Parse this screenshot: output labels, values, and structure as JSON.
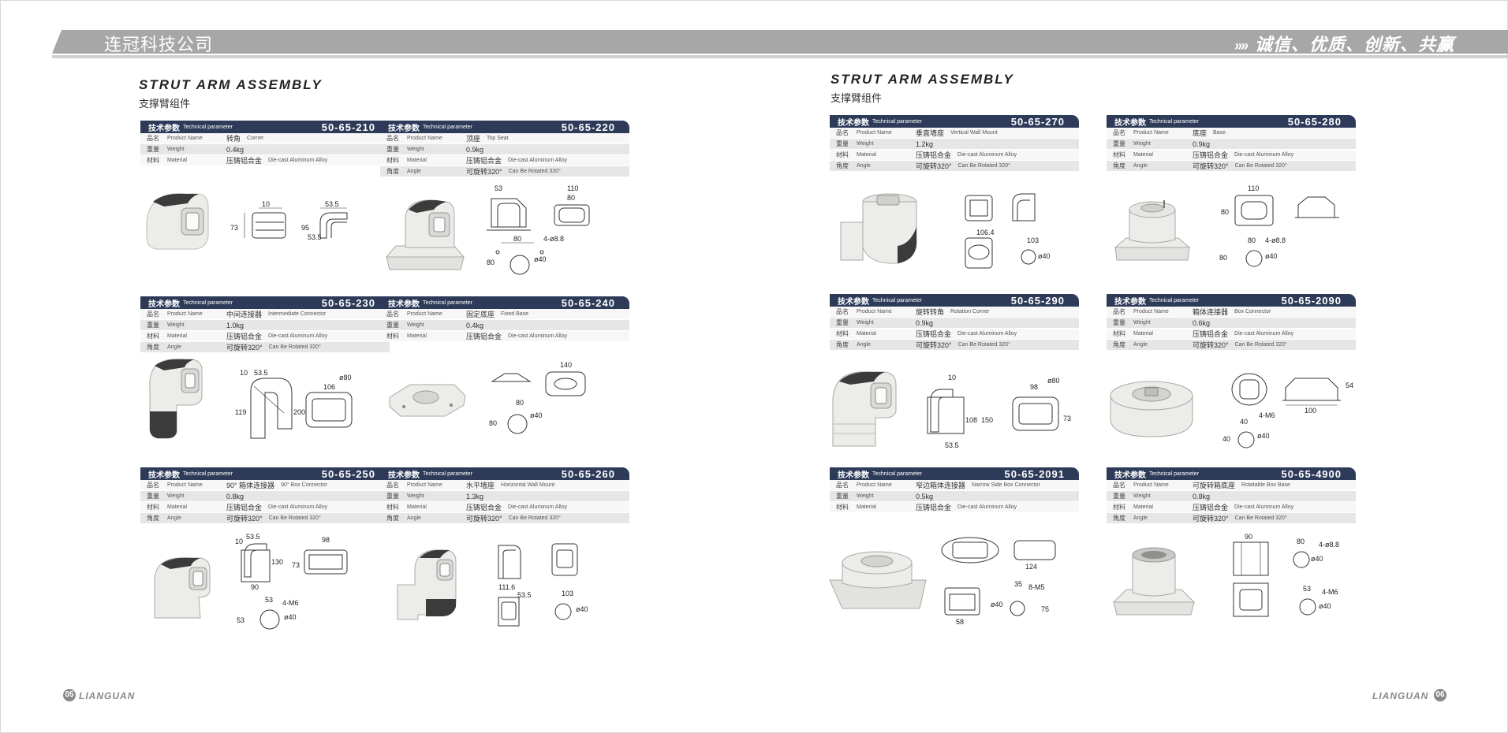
{
  "header": {
    "company": "连冠科技公司",
    "slogan_arrows": "»»",
    "slogan": "诚信、优质、创新、共赢"
  },
  "left_page": {
    "title": "STRUT ARM ASSEMBLY",
    "subtitle": "支撑臂组件",
    "page_number": "05",
    "brand": "LIANGUAN"
  },
  "right_page": {
    "title": "STRUT ARM ASSEMBLY",
    "subtitle": "支撑臂组件",
    "page_number": "06",
    "brand": "LIANGUAN"
  },
  "spec_labels": {
    "head_zh": "技术参数",
    "head_en": "Technical parameter",
    "name_zh": "品名",
    "name_en": "Product Name",
    "weight_zh": "重量",
    "weight_en": "Weight",
    "material_zh": "材料",
    "material_en": "Material",
    "angle_zh": "角度",
    "angle_en": "Angle"
  },
  "products": [
    {
      "code": "50-65-210",
      "name_zh": "转角",
      "name_en": "Corner",
      "weight": "0.4kg",
      "material_zh": "压铸铝合金",
      "material_en": "Die-cast Aluminum Alloy"
    },
    {
      "code": "50-65-220",
      "name_zh": "顶座",
      "name_en": "Top Seat",
      "weight": "0.9kg",
      "material_zh": "压铸铝合金",
      "material_en": "Die-cast Aluminum Alloy",
      "angle_zh": "可旋转320°",
      "angle_en": "Can Be Rotated 320°"
    },
    {
      "code": "50-65-230",
      "name_zh": "中间连接器",
      "name_en": "Intermediate Connector",
      "weight": "1.0kg",
      "material_zh": "压铸铝合金",
      "material_en": "Die-cast Aluminum Alloy",
      "angle_zh": "可旋转320°",
      "angle_en": "Can Be Rotated 320°"
    },
    {
      "code": "50-65-240",
      "name_zh": "固定底座",
      "name_en": "Fixed Base",
      "weight": "0.4kg",
      "material_zh": "压铸铝合金",
      "material_en": "Die-cast Aluminum Alloy"
    },
    {
      "code": "50-65-250",
      "name_zh": "90° 箱体连接器",
      "name_en": "90° Box Connector",
      "weight": "0.8kg",
      "material_zh": "压铸铝合金",
      "material_en": "Die-cast Aluminum Alloy",
      "angle_zh": "可旋转320°",
      "angle_en": "Can Be Rotated 320°"
    },
    {
      "code": "50-65-260",
      "name_zh": "水平墙座",
      "name_en": "Horizontal Wall Mount",
      "weight": "1.3kg",
      "material_zh": "压铸铝合金",
      "material_en": "Die-cast Aluminum Alloy",
      "angle_zh": "可旋转320°",
      "angle_en": "Can Be Rotated 320°"
    },
    {
      "code": "50-65-270",
      "name_zh": "垂直墙座",
      "name_en": "Vertical Wall Mount",
      "weight": "1.2kg",
      "material_zh": "压铸铝合金",
      "material_en": "Die-cast Aluminum Alloy",
      "angle_zh": "可旋转320°",
      "angle_en": "Can Be Rotated 320°"
    },
    {
      "code": "50-65-280",
      "name_zh": "底座",
      "name_en": "Base",
      "weight": "0.9kg",
      "material_zh": "压铸铝合金",
      "material_en": "Die-cast Aluminum Alloy",
      "angle_zh": "可旋转320°",
      "angle_en": "Can Be Rotated 320°"
    },
    {
      "code": "50-65-290",
      "name_zh": "旋转转角",
      "name_en": "Rotation Corner",
      "weight": "0.9kg",
      "material_zh": "压铸铝合金",
      "material_en": "Die-cast Aluminum Alloy",
      "angle_zh": "可旋转320°",
      "angle_en": "Can Be Rotated 320°"
    },
    {
      "code": "50-65-2090",
      "name_zh": "箱体连接器",
      "name_en": "Box Connector",
      "weight": "0.6kg",
      "material_zh": "压铸铝合金",
      "material_en": "Die-cast Aluminum Alloy",
      "angle_zh": "可旋转320°",
      "angle_en": "Can Be Rotated 320°"
    },
    {
      "code": "50-65-2091",
      "name_zh": "窄边箱体连接器",
      "name_en": "Narrow Side Box Connector",
      "weight": "0.5kg",
      "material_zh": "压铸铝合金",
      "material_en": "Die-cast Aluminum Alloy"
    },
    {
      "code": "50-65-4900",
      "name_zh": "可旋转箱底座",
      "name_en": "Rotatable Box Base",
      "weight": "0.8kg",
      "material_zh": "压铸铝合金",
      "material_en": "Die-cast Aluminum Alloy",
      "angle_zh": "可旋转320°",
      "angle_en": "Can Be Rotated 320°"
    }
  ],
  "dimensions": {
    "p210": [
      "10",
      "53.5",
      "73",
      "95",
      "53.5"
    ],
    "p220": [
      "53",
      "110",
      "80",
      "80",
      "4-ø8.8",
      "ø40",
      "80"
    ],
    "p230": [
      "10",
      "53.5",
      "119",
      "200",
      "106",
      "ø80"
    ],
    "p240": [
      "140",
      "80",
      "80",
      "ø40"
    ],
    "p250": [
      "53.5",
      "10",
      "98",
      "130",
      "73",
      "90",
      "53",
      "4-M6",
      "ø40",
      "53"
    ],
    "p260": [
      "111.6",
      "53.5",
      "103",
      "ø40"
    ],
    "p270": [
      "106.4",
      "103",
      "ø40"
    ],
    "p280": [
      "110",
      "80",
      "4-ø8.8",
      "80",
      "ø40",
      "80"
    ],
    "p290": [
      "10",
      "98",
      "ø80",
      "108",
      "150",
      "73",
      "53.5"
    ],
    "p2090": [
      "100",
      "54",
      "40",
      "4-M6",
      "ø40",
      "40"
    ],
    "p2091": [
      "124",
      "35",
      "8-M5",
      "58",
      "ø40",
      "75"
    ],
    "p4900": [
      "90",
      "80",
      "4-ø8.8",
      "ø40",
      "53",
      "4-M6",
      "ø40"
    ]
  },
  "colors": {
    "band": "#a7a7a7",
    "spec_head": "#2d3a58",
    "product_body": "#e9e9e6",
    "product_dark": "#3b3b3b"
  }
}
